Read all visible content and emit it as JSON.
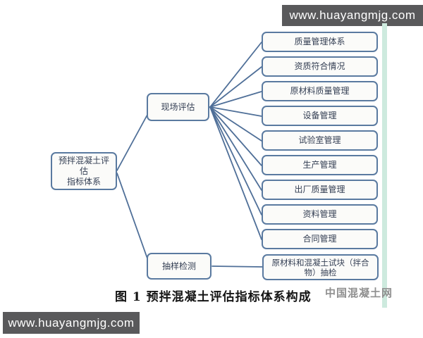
{
  "banners": {
    "top": "www.huayangmjg.com",
    "bottom": "www.huayangmjg.com"
  },
  "diagram": {
    "root": {
      "line1": "预拌混凝土评估",
      "line2": "指标体系"
    },
    "branches": [
      {
        "label": "现场评估",
        "children": [
          "质量管理体系",
          "资质符合情况",
          "原材料质量管理",
          "设备管理",
          "试验室管理",
          "生产管理",
          "出厂质量管理",
          "资料管理",
          "合同管理"
        ]
      },
      {
        "label": "抽样检测",
        "children": [
          "原材料和混凝土试块（拌合物）抽检"
        ]
      }
    ]
  },
  "caption": "图 1  预拌混凝土评估指标体系构成",
  "watermark": "中国混凝土网",
  "colors": {
    "box_border": "#5a7aa0",
    "connector": "#4f6f98",
    "banner_background": "#59595b",
    "side_stripe": "#cdeade",
    "watermark_gray": "#8f8f8f"
  }
}
